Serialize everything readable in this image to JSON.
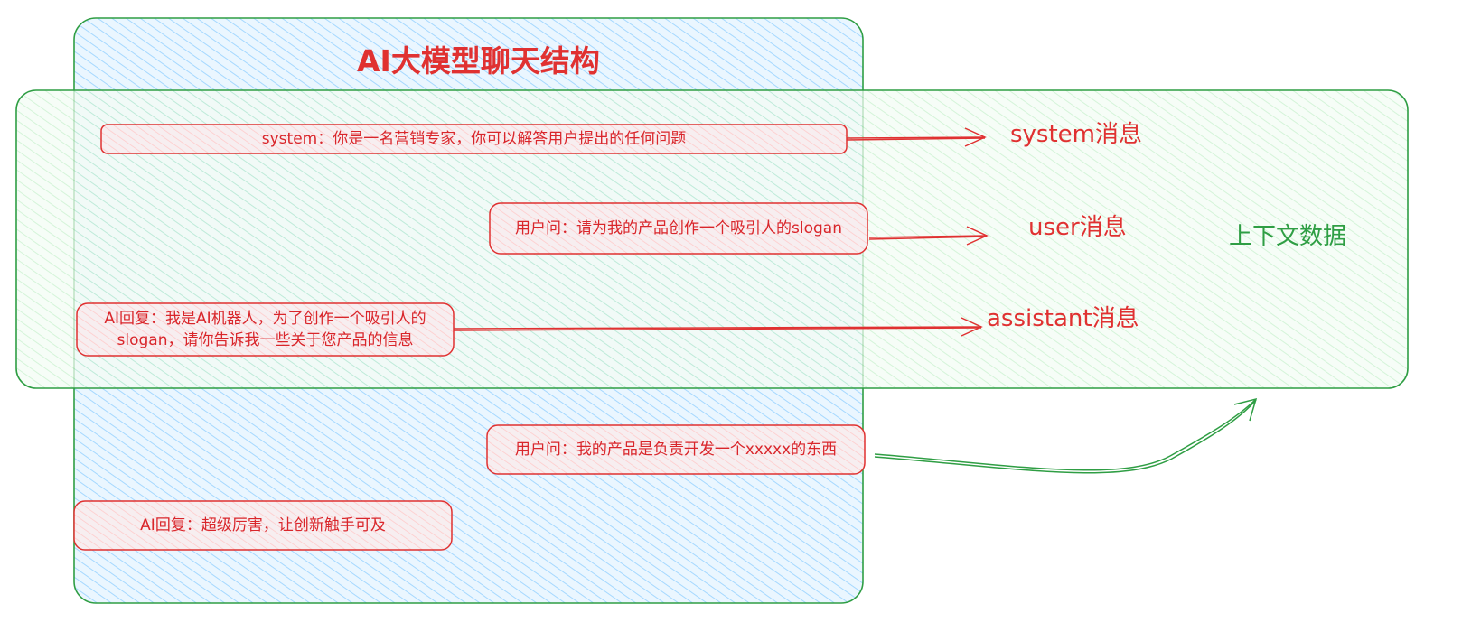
{
  "diagram": {
    "title": "AI大模型聊天结构",
    "messages": {
      "system": "system：你是一名营销专家，你可以解答用户提出的任何问题",
      "user1": "用户问：请为我的产品创作一个吸引人的slogan",
      "assistant1_line1": "AI回复：我是AI机器人，为了创作一个吸引人的",
      "assistant1_line2": "slogan，请你告诉我一些关于您产品的信息",
      "user2": "用户问：我的产品是负责开发一个xxxxx的东西",
      "assistant2": "AI回复：超级厉害，让创新触手可及"
    },
    "role_labels": {
      "system": "system消息",
      "user": "user消息",
      "assistant": "assistant消息"
    },
    "context_label": "上下文数据"
  },
  "colors": {
    "red": "#e03131",
    "green": "#2f9e44",
    "blue_fill": "#a5d8ff",
    "green_fill": "#b2f2bb",
    "msg_fill": "#ffc9c9"
  }
}
